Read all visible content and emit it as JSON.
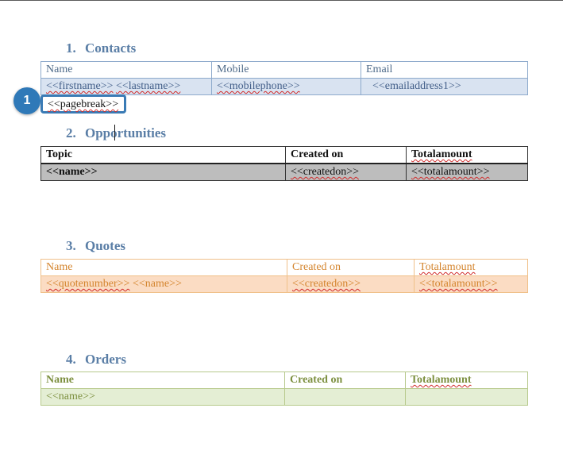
{
  "sections": {
    "contacts": {
      "number": "1.",
      "title": "Contacts",
      "headers": [
        "Name",
        "Mobile",
        "Email"
      ],
      "row": {
        "name": [
          "<<firstname>>",
          " ",
          "<<lastname>>"
        ],
        "mobile": "<<mobilephone>>",
        "email": "<<emailaddress1>>"
      }
    },
    "pagebreak": "<<pagebreak>>",
    "callout_badge": "1",
    "opportunities": {
      "number": "2.",
      "title": "Opportunities",
      "headers": [
        "Topic",
        "Created on",
        "Totalamount"
      ],
      "row": [
        "<<name>>",
        "<<createdon>>",
        "<<totalamount>>"
      ]
    },
    "quotes": {
      "number": "3.",
      "title": "Quotes",
      "headers": [
        "Name",
        "Created on",
        "Totalamount"
      ],
      "row": {
        "name": [
          "<<quotenumber>>",
          " ",
          "<<name>>"
        ],
        "created": "<<createdon>>",
        "total": "<<totalamount>>"
      }
    },
    "orders": {
      "number": "4.",
      "title": "Orders",
      "headers": [
        "Name",
        "Created on",
        "Totalamount"
      ],
      "row": [
        "<<name>>",
        "",
        ""
      ]
    }
  },
  "colors": {
    "heading": "#5a7ea6",
    "contacts_accent": "#8eaacc",
    "opportunities_row": "#bdbdbd",
    "quotes_accent": "#f0c089",
    "orders_accent": "#b7c98c",
    "callout": "#2f79b8"
  }
}
